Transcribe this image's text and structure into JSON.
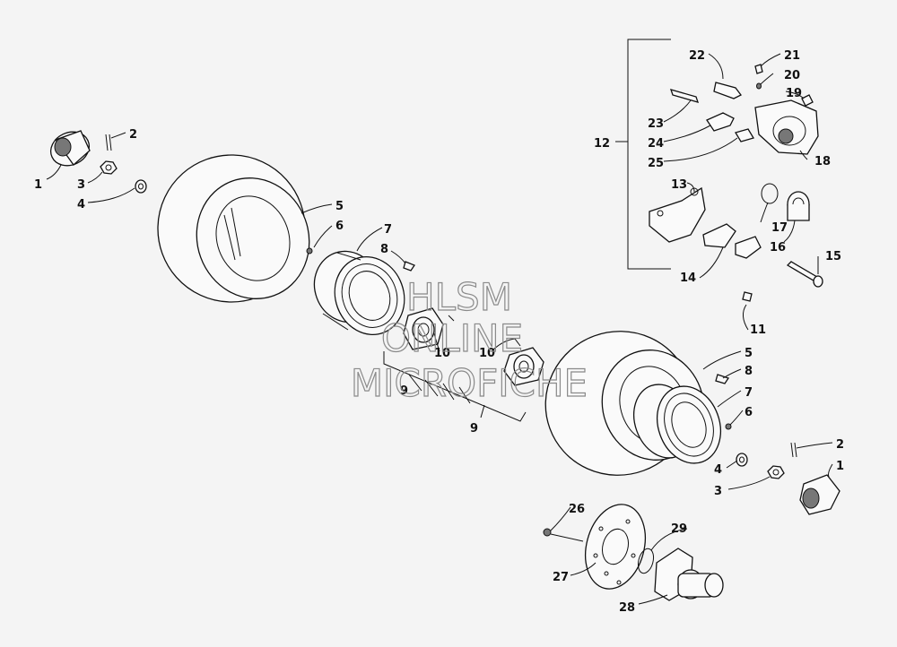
{
  "diagram": {
    "callouts": {
      "c1a": "1",
      "c2a": "2",
      "c3a": "3",
      "c4a": "4",
      "c5a": "5",
      "c6a": "6",
      "c7a": "7",
      "c8a": "8",
      "c9a": "9",
      "c9b": "9",
      "c10a": "10",
      "c10b": "10",
      "c11": "11",
      "c12": "12",
      "c13": "13",
      "c14": "14",
      "c15": "15",
      "c16": "16",
      "c17": "17",
      "c18": "18",
      "c19": "19",
      "c20": "20",
      "c21": "21",
      "c22": "22",
      "c23": "23",
      "c24": "24",
      "c25": "25",
      "c5b": "5",
      "c8b": "8",
      "c7b": "7",
      "c6b": "6",
      "c2b": "2",
      "c1b": "1",
      "c4b": "4",
      "c3b": "3",
      "c26": "26",
      "c27": "27",
      "c28": "28",
      "c29": "29"
    }
  },
  "watermark": {
    "line1": "HLSM",
    "line2": "ONLINE",
    "line3": "MICROFICHE"
  }
}
